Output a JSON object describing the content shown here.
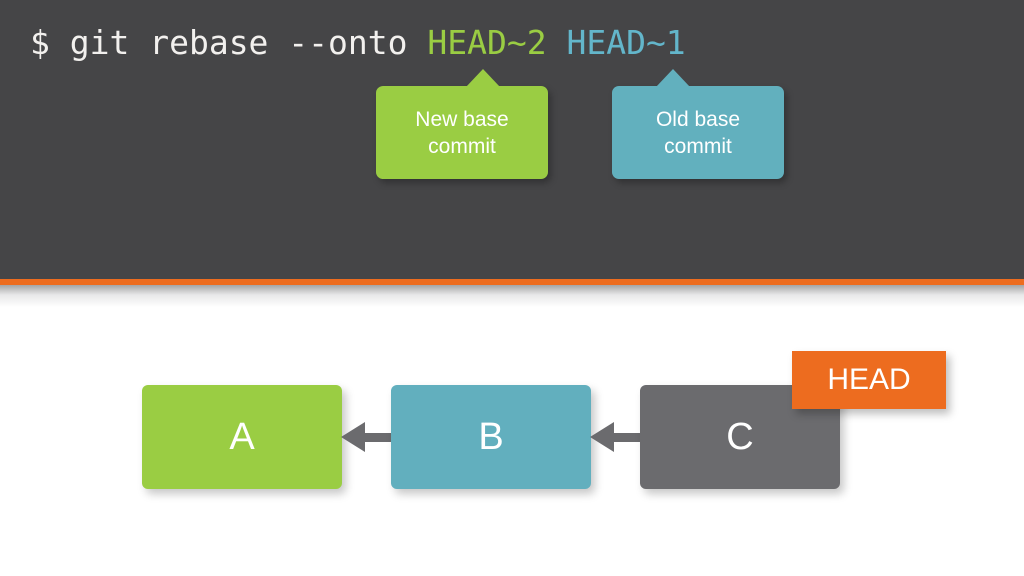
{
  "terminal": {
    "prompt": "$ ",
    "command_plain": "git rebase --onto ",
    "arg_new_base": "HEAD~2",
    "arg_separator": " ",
    "arg_old_base": "HEAD~1",
    "full_command": "$ git rebase --onto HEAD~2 HEAD~1",
    "background_color": "#454547",
    "text_color": "#f2f0ee",
    "new_base_color": "#9ACD43",
    "old_base_color": "#63B6CB",
    "divider_color": "#ED6C1F"
  },
  "callouts": [
    {
      "id": "new-base",
      "line1": "New base",
      "line2": "commit",
      "color": "#9ACD43",
      "points_at": "HEAD~2"
    },
    {
      "id": "old-base",
      "line1": "Old base",
      "line2": "commit",
      "color": "#62B0BE",
      "points_at": "HEAD~1"
    }
  ],
  "graph": {
    "background_color": "#ffffff",
    "arrow_color": "#6B6B6E",
    "commits": [
      {
        "label": "A",
        "color": "#9ACD43"
      },
      {
        "label": "B",
        "color": "#62AFBE"
      },
      {
        "label": "C",
        "color": "#6B6B6E"
      }
    ],
    "arrows": [
      {
        "from": "B",
        "to": "A",
        "direction": "left"
      },
      {
        "from": "C",
        "to": "B",
        "direction": "left"
      }
    ],
    "ref_badge": {
      "label": "HEAD",
      "color": "#ED6C1F",
      "attached_to": "C"
    }
  }
}
